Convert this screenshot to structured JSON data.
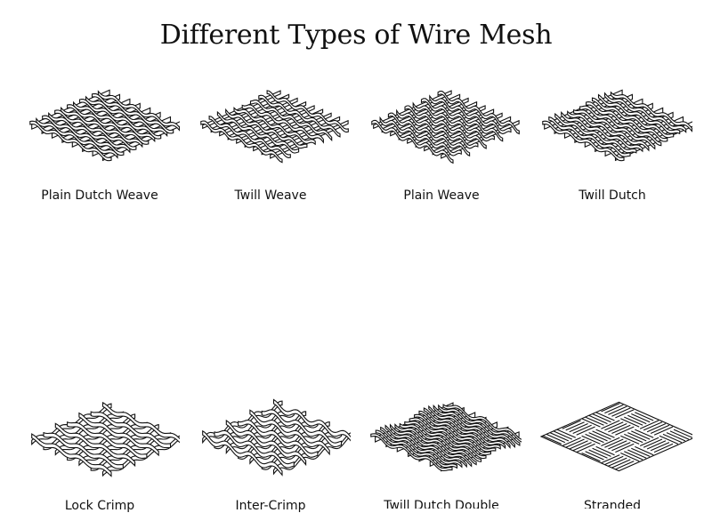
{
  "title": "Different Types of Wire Mesh",
  "items": [
    {
      "label": "Plain Dutch Weave",
      "icon": "plain-dutch-weave-icon"
    },
    {
      "label": "Twill Weave",
      "icon": "twill-weave-icon"
    },
    {
      "label": "Plain Weave",
      "icon": "plain-weave-icon"
    },
    {
      "label": "Twill Dutch",
      "icon": "twill-dutch-icon"
    },
    {
      "label": "Lock Crimp",
      "icon": "lock-crimp-icon"
    },
    {
      "label": "Inter-Crimp",
      "icon": "inter-crimp-icon"
    },
    {
      "label": "Twill Dutch Double",
      "icon": "twill-dutch-double-icon"
    },
    {
      "label": "Stranded",
      "icon": "stranded-icon"
    }
  ]
}
